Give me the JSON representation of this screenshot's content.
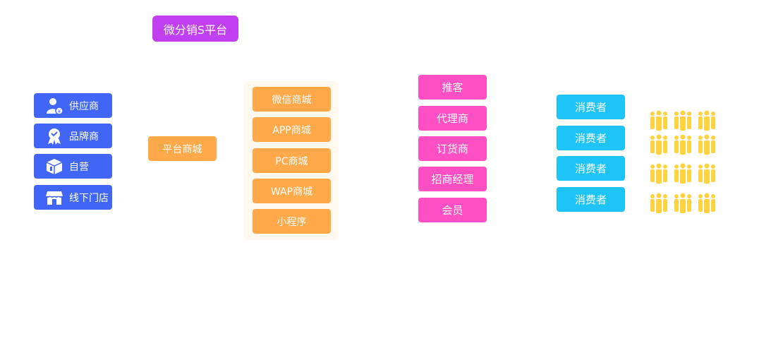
{
  "title": "微分销S平台",
  "suppliers": [
    {
      "label": "供应商",
      "icon": "supplier-person-icon"
    },
    {
      "label": "品牌商",
      "icon": "brand-badge-icon"
    },
    {
      "label": "自营",
      "icon": "box-icon"
    },
    {
      "label": "线下门店",
      "icon": "store-icon"
    }
  ],
  "platform": "平台商城",
  "channels": [
    "微信商城",
    "APP商城",
    "PC商城",
    "WAP商城",
    "小程序"
  ],
  "roles": [
    "推客",
    "代理商",
    "订货商",
    "招商经理",
    "会员"
  ],
  "consumers": [
    "消费者",
    "消费者",
    "消费者",
    "消费者"
  ],
  "colors": {
    "title": "#c03ff0",
    "supplier": "#4166f5",
    "platform": "#ffa94a",
    "role": "#ff4fc5",
    "consumer": "#1ec4f8",
    "crowd": "#ffd23f"
  }
}
